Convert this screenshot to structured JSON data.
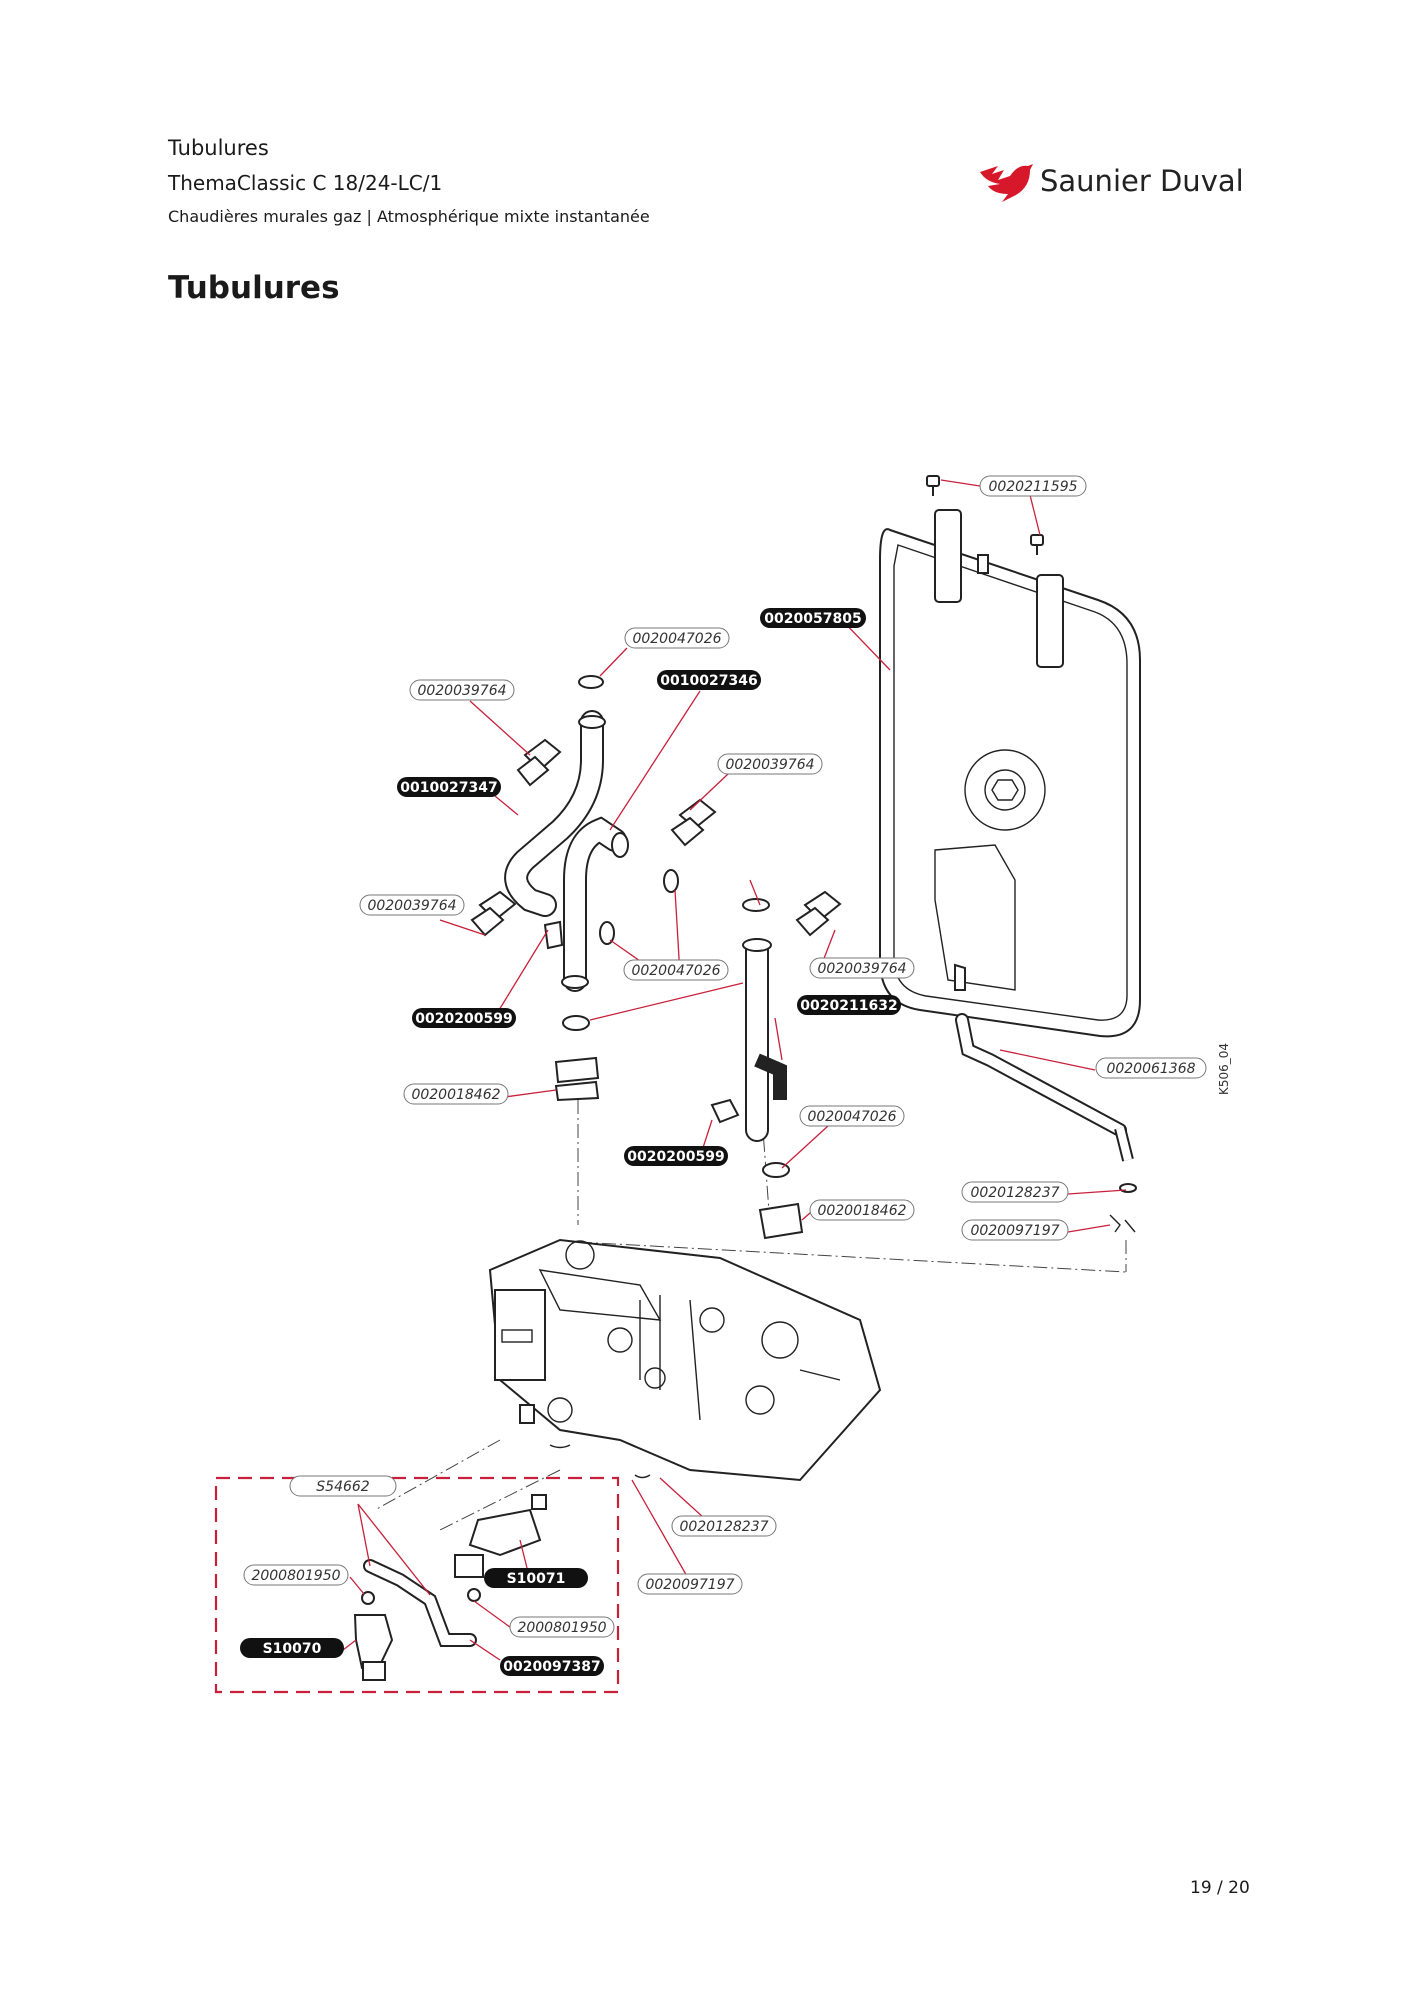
{
  "header": {
    "line1": "Tubulures",
    "line2": "ThemaClassic C 18/24-LC/1",
    "line3": "Chaudières murales gaz | Atmosphérique mixte instantanée"
  },
  "logo": {
    "text": "Saunier Duval",
    "icon": "bird-icon",
    "brand_color": "#d7182a"
  },
  "page_title": "Tubulures",
  "page_number": "19 / 20",
  "figure_code": "K506_04",
  "labels": {
    "l01": "0020211595",
    "l02": "0020057805",
    "l03": "0020047026",
    "l04": "0010027346",
    "l05": "0020039764",
    "l06": "0020039764",
    "l07": "0010027347",
    "l08": "0020039764",
    "l09": "0020039764",
    "l10": "0020047026",
    "l11": "0020211632",
    "l12": "0020200599",
    "l13": "0020061368",
    "l14": "0020018462",
    "l15": "0020047026",
    "l16": "0020200599",
    "l17": "0020128237",
    "l18": "0020018462",
    "l19": "0020097197",
    "l20": "S54662",
    "l21": "0020128237",
    "l22": "2000801950",
    "l23": "S10071",
    "l24": "0020097197",
    "l25": "2000801950",
    "l26": "S10070",
    "l27": "0020097387"
  }
}
